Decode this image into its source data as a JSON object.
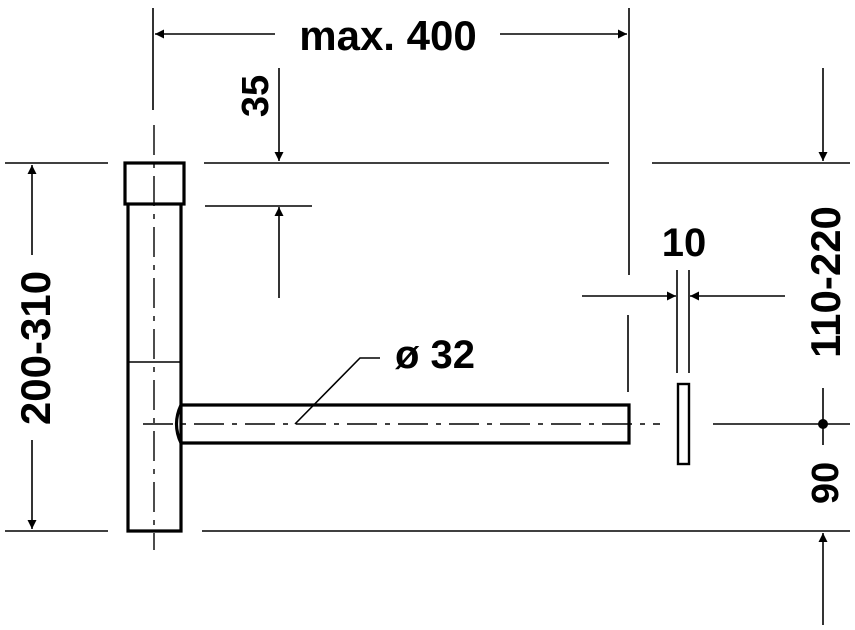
{
  "drawing": {
    "title": "Siphon installation dimensions",
    "units": "mm",
    "stroke_color": "#000000",
    "background": "#ffffff"
  },
  "dimensions": {
    "max_length": {
      "label": "max. 400",
      "orientation": "horizontal"
    },
    "cap_height": {
      "label": "35",
      "orientation": "vertical"
    },
    "total_height": {
      "label": "200-310",
      "orientation": "vertical"
    },
    "pipe_diameter": {
      "label": "ø 32",
      "orientation": "leader"
    },
    "wall_thickness": {
      "label": "10",
      "orientation": "horizontal"
    },
    "outlet_height": {
      "label": "110-220",
      "orientation": "vertical"
    },
    "outlet_from_floor": {
      "label": "90",
      "orientation": "vertical"
    }
  },
  "components": [
    {
      "name": "cap",
      "shape": "rectangle"
    },
    {
      "name": "vertical-pipe",
      "shape": "rectangle"
    },
    {
      "name": "horizontal-pipe",
      "shape": "rectangle"
    },
    {
      "name": "wall-section",
      "shape": "rectangle"
    }
  ]
}
